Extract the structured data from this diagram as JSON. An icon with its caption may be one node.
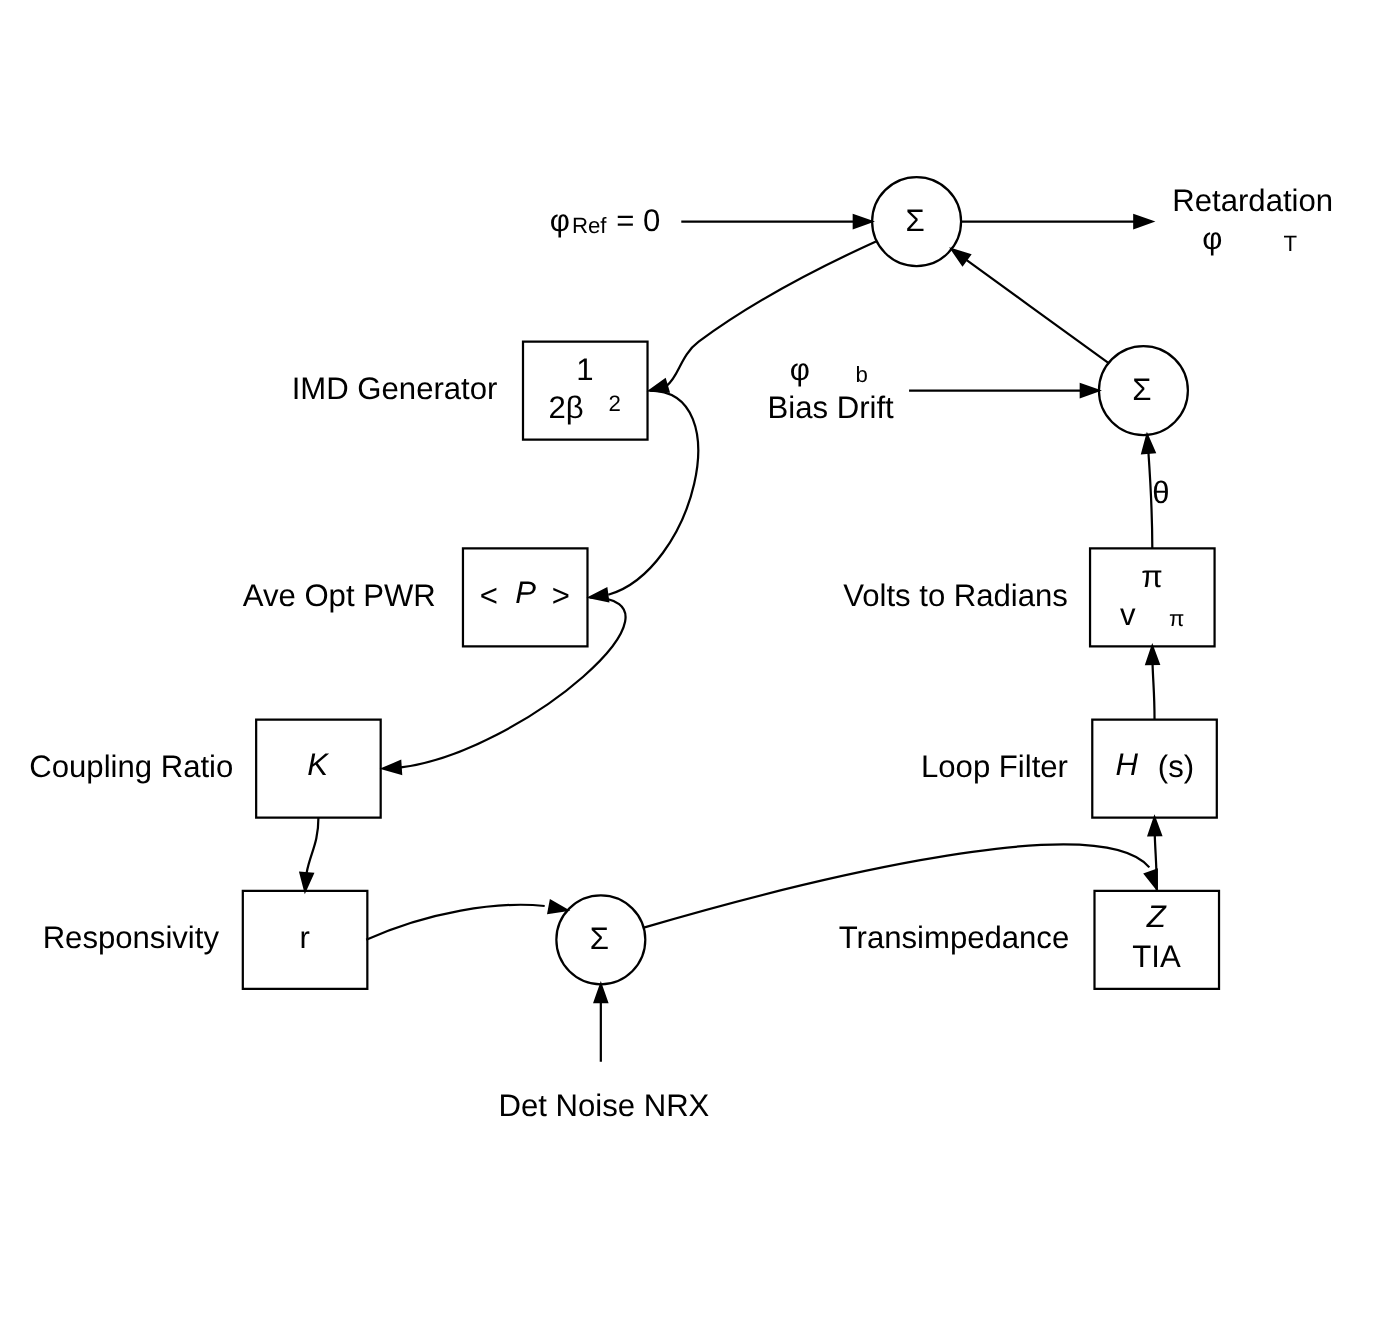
{
  "diagram": {
    "nodes": [
      {
        "text": [
          "φ$_{Ref}$ = 0"
        ]
      },
      {
        "text": [
          "Σ"
        ]
      },
      {
        "text": [
          "Retardation",
          "φ$_{T}$"
        ]
      },
      {
        "text": [
          "φ$_{b}$"
        ],
        "beside": [
          "Bias Drift"
        ]
      },
      {
        "text": [
          "Σ"
        ]
      },
      {
        "text": [
          "1",
          "2β$^{2}$"
        ],
        "beside": [
          "IMD Generator"
        ]
      },
      {
        "text": [
          "π",
          "v$_{π}$"
        ],
        "beside": [
          "Volts to Radians"
        ]
      },
      {
        "text": [
          "< *P* >"
        ],
        "beside": [
          "Ave Opt PWR"
        ]
      },
      {
        "text": [
          "*H*(s)"
        ],
        "beside": [
          "Loop Filter"
        ]
      },
      {
        "text": [
          "*K*"
        ],
        "beside": [
          "Coupling Ratio"
        ]
      },
      {
        "text": [
          "*Z*",
          "TIA"
        ],
        "beside": [
          "Transimpedance"
        ]
      },
      {
        "text": [
          "Σ"
        ]
      },
      {
        "text": [
          "r"
        ],
        "beside": [
          "Responsivity"
        ]
      },
      {
        "text": [
          "Det Noise NRX"
        ]
      }
    ],
    "edges": [
      {
        "from": 0,
        "to": 1,
        "arrow": "to"
      },
      {
        "from": 1,
        "to": 2,
        "arrow": "to"
      },
      {
        "from": 1,
        "to": 5,
        "arrow": "to"
      },
      {
        "from": 3,
        "to": 4,
        "arrow": "to"
      },
      {
        "from": 4,
        "to": 1,
        "arrow": "to"
      },
      {
        "from": 6,
        "to": 4,
        "arrow": "to",
        "label": "θ"
      },
      {
        "from": 8,
        "to": 6,
        "arrow": "to"
      },
      {
        "from": 10,
        "to": 8,
        "arrow": "to"
      },
      {
        "from": 11,
        "to": 10,
        "arrow": "to"
      },
      {
        "from": 12,
        "to": 11,
        "arrow": "to"
      },
      {
        "from": 13,
        "to": 11,
        "arrow": "to"
      },
      {
        "from": 5,
        "to": 7,
        "arrow": "to"
      },
      {
        "from": 7,
        "to": 9,
        "arrow": "to"
      },
      {
        "from": 9,
        "to": 12,
        "arrow": "to"
      }
    ]
  }
}
